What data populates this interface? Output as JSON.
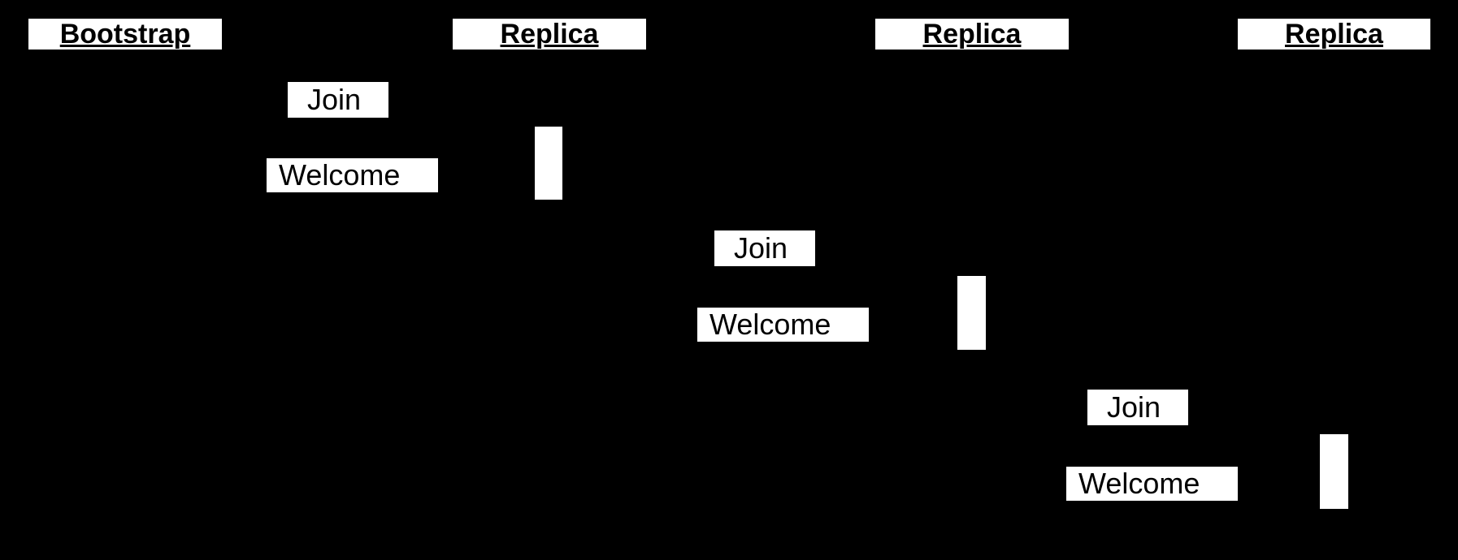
{
  "diagram": {
    "type": "sequence-diagram",
    "colors": {
      "background": "#000000",
      "box_fill": "#ffffff",
      "text": "#000000"
    },
    "lifelines": [
      {
        "label": "Bootstrap"
      },
      {
        "label": "Replica"
      },
      {
        "label": "Replica"
      },
      {
        "label": "Replica"
      }
    ],
    "interactions": [
      {
        "request": "Join",
        "response": "Welcome"
      },
      {
        "request": "Join",
        "response": "Welcome"
      },
      {
        "request": "Join",
        "response": "Welcome"
      }
    ]
  }
}
